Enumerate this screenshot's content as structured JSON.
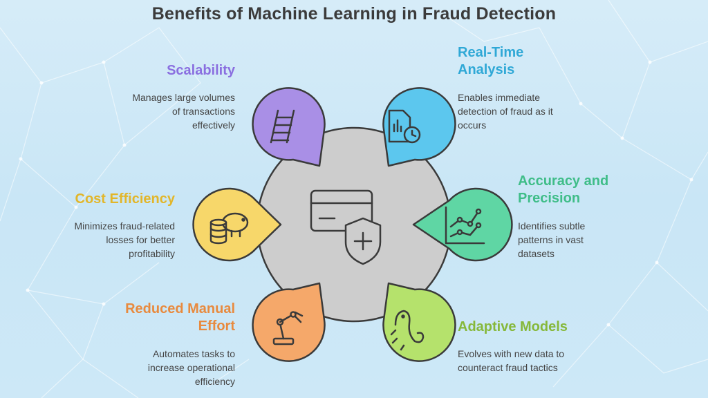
{
  "title": "Benefits of Machine Learning in Fraud Detection",
  "colors": {
    "scalability": "#a98fe6",
    "real_time": "#5cc7ee",
    "accuracy": "#5fd6a4",
    "adaptive": "#b5e26c",
    "manual": "#f5a86a",
    "cost": "#f7d76a",
    "center": "#cdcdcd"
  },
  "benefits": {
    "scalability": {
      "heading": "Scalability",
      "lines": [
        "Manages large volumes",
        "of transactions",
        "effectively"
      ],
      "icon": "ladder-icon"
    },
    "real_time": {
      "heading_lines": [
        "Real-Time",
        "Analysis"
      ],
      "lines": [
        "Enables immediate",
        "detection of fraud as it",
        "occurs"
      ],
      "icon": "report-clock-icon"
    },
    "cost": {
      "heading": "Cost Efficiency",
      "lines": [
        "Minimizes fraud-related",
        "losses for better",
        "profitability"
      ],
      "icon": "piggy-bank-icon"
    },
    "accuracy": {
      "heading_lines": [
        "Accuracy and",
        "Precision"
      ],
      "lines": [
        "Identifies subtle",
        "patterns in vast",
        "datasets"
      ],
      "icon": "line-chart-icon"
    },
    "manual": {
      "heading_lines": [
        "Reduced Manual",
        "Effort"
      ],
      "lines": [
        "Automates tasks to",
        "increase operational",
        "efficiency"
      ],
      "icon": "robot-arm-icon"
    },
    "adaptive": {
      "heading": "Adaptive Models",
      "lines": [
        "Evolves with new data to",
        "counteract fraud tactics"
      ],
      "icon": "chameleon-icon"
    }
  },
  "center_icon": "credit-card-shield-icon"
}
